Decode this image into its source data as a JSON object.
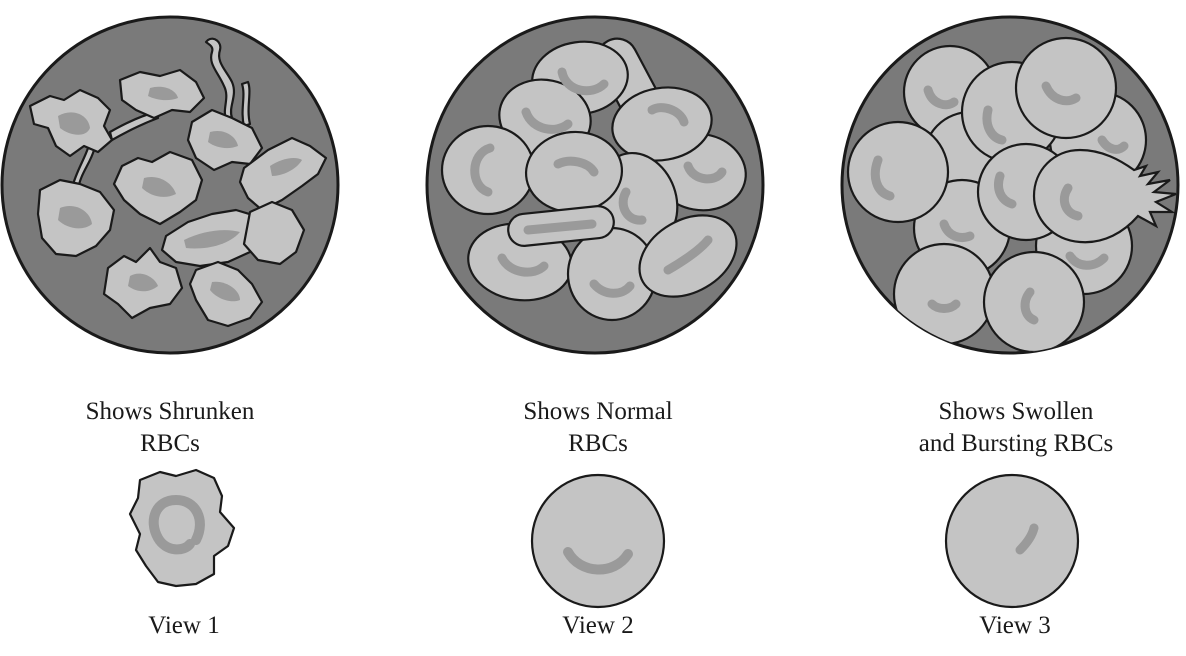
{
  "panels": [
    {
      "caption_line1": "Shows Shrunken",
      "caption_line2": "RBCs",
      "view": "View 1"
    },
    {
      "caption_line1": "Shows Normal",
      "caption_line2": "RBCs",
      "view": "View 2"
    },
    {
      "caption_line1": "Shows Swollen",
      "caption_line2": "and Bursting RBCs",
      "view": "View 3"
    }
  ],
  "colors": {
    "field": "#7a7a7a",
    "cell": "#c4c4c4",
    "center": "#9a9a9a",
    "outline": "#1a1a1a"
  }
}
